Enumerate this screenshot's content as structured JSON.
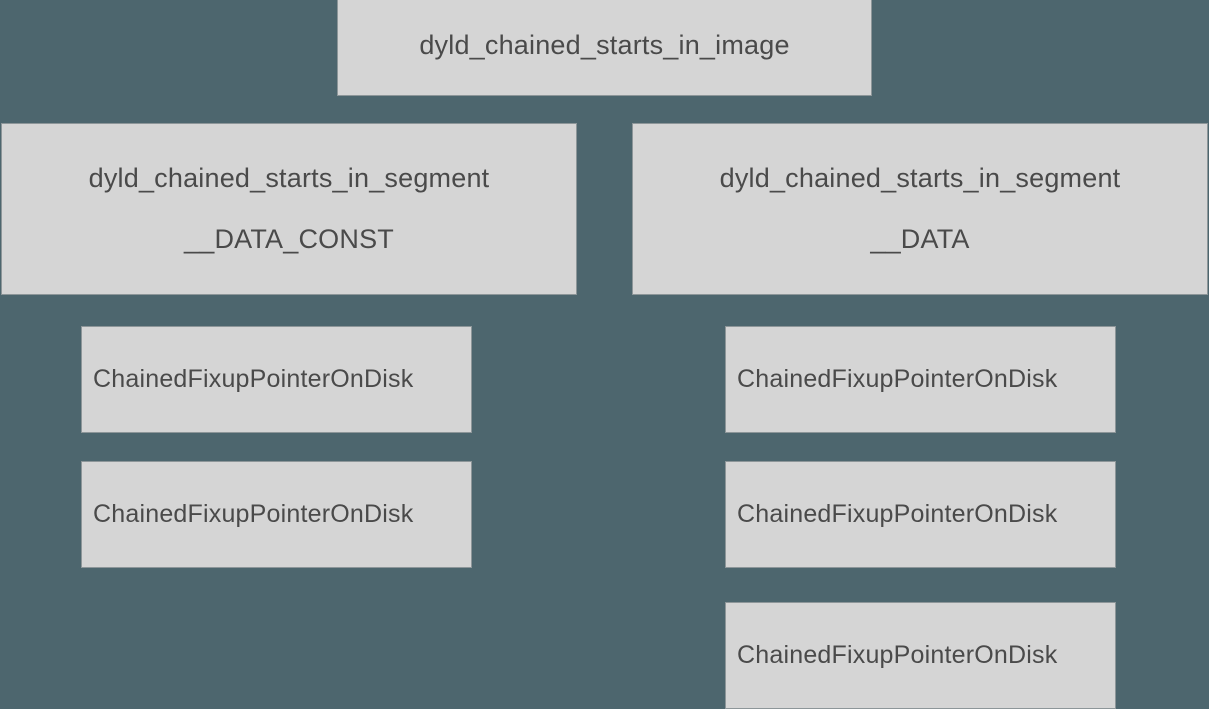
{
  "diagram": {
    "type": "tree",
    "background_color": "#4d666e",
    "node_fill_color": "#d5d5d5",
    "node_border_color": "#8d9699",
    "node_text_color": "#4a4a4a",
    "root": {
      "label": "dyld_chained_starts_in_image"
    },
    "segments": [
      {
        "type_label": "dyld_chained_starts_in_segment",
        "segment_name": "__DATA_CONST",
        "pointers": [
          {
            "label": "ChainedFixupPointerOnDisk"
          },
          {
            "label": "ChainedFixupPointerOnDisk"
          }
        ]
      },
      {
        "type_label": "dyld_chained_starts_in_segment",
        "segment_name": "__DATA",
        "pointers": [
          {
            "label": "ChainedFixupPointerOnDisk"
          },
          {
            "label": "ChainedFixupPointerOnDisk"
          },
          {
            "label": "ChainedFixupPointerOnDisk"
          }
        ]
      }
    ]
  }
}
